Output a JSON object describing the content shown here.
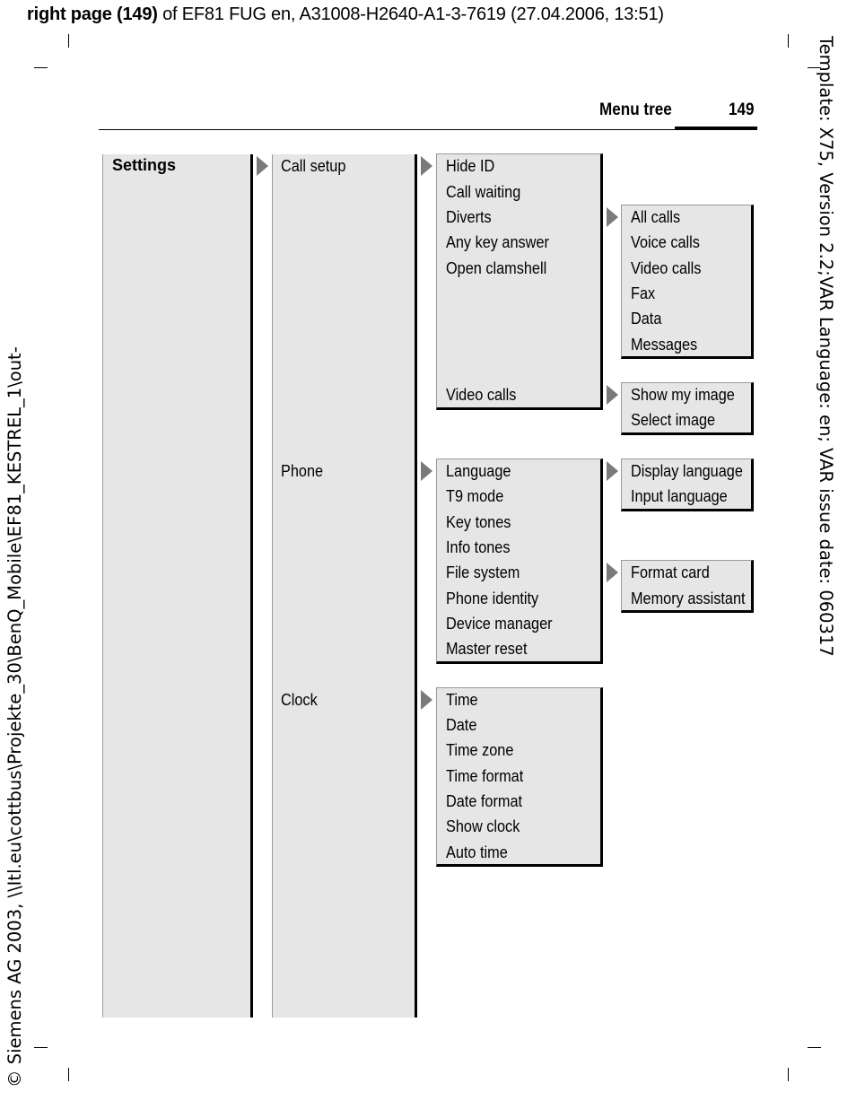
{
  "running_head": {
    "bold_part": "right page (149)",
    "rest": " of EF81 FUG en, A31008-H2640-A1-3-7619 (27.04.2006, 13:51)"
  },
  "side_right": "Template: X75, Version 2.2;VAR Language: en; VAR issue date: 060317",
  "side_left": "© Siemens AG 2003, \\\\Itl.eu\\cottbus\\Projekte_30\\BenQ_Mobile\\EF81_KESTREL_1\\out-",
  "header": {
    "title": "Menu tree",
    "page": "149"
  },
  "menu": {
    "root": "Settings",
    "level1": [
      "Call setup",
      "Phone",
      "Clock"
    ],
    "call_setup": [
      "Hide ID",
      "Call waiting",
      "Diverts",
      "Any key answer",
      "Open clamshell",
      "Video calls"
    ],
    "diverts": [
      "All calls",
      "Voice calls",
      "Video calls",
      "Fax",
      "Data",
      "Messages"
    ],
    "video_calls": [
      "Show my image",
      "Select image"
    ],
    "phone": [
      "Language",
      "T9 mode",
      "Key tones",
      "Info tones",
      "File system",
      "Phone identity",
      "Device manager",
      "Master reset"
    ],
    "language": [
      "Display language",
      "Input language"
    ],
    "file_system": [
      "Format card",
      "Memory assistant"
    ],
    "clock": [
      "Time",
      "Date",
      "Time zone",
      "Time format",
      "Date format",
      "Show clock",
      "Auto time"
    ]
  },
  "colors": {
    "panel": "#e6e6e6",
    "arrow": "#7a7a7a",
    "shadow": "#000000"
  },
  "icons": {
    "submenu_arrow": "right-triangle-icon"
  }
}
